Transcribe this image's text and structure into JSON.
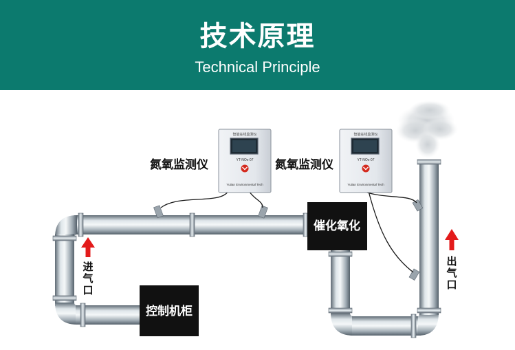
{
  "header": {
    "title": "技术原理",
    "subtitle": "Technical Principle"
  },
  "diagram": {
    "analyzer_label_left": "氮氧监测仪",
    "analyzer_label_right": "氮氧监测仪",
    "analyzer_screen_title": "智能在线监测仪",
    "analyzer_model": "YT-NOx-07",
    "analyzer_company": "Yutian Environmental Tech",
    "catalytic_label": "催化氧化",
    "control_label": "控制机柜",
    "inlet_label": [
      "进",
      "气",
      "口"
    ],
    "outlet_label": [
      "出",
      "气",
      "口"
    ]
  },
  "colors": {
    "banner": "#0c7a6e",
    "arrow": "#e31b1b",
    "pipe_dark": "#6f7c86",
    "pipe_light": "#dfe6ea",
    "box": "#111111"
  }
}
